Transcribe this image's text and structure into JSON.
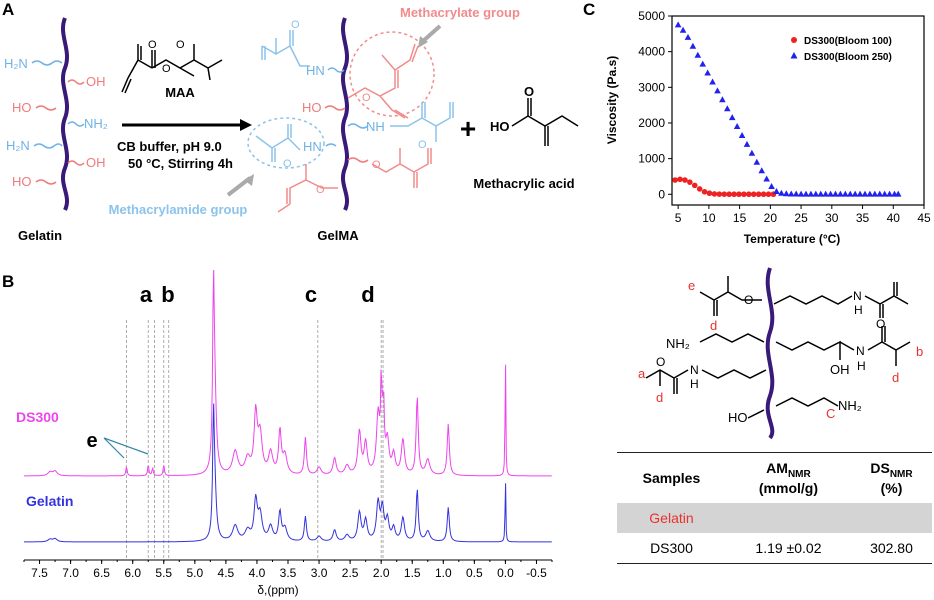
{
  "panels": {
    "a": "A",
    "b": "B",
    "c": "C"
  },
  "scheme": {
    "gelatin_label": "Gelatin",
    "gelma_label": "GelMA",
    "reagent": "MAA",
    "conditions_1": "CB buffer, pH 9.0",
    "conditions_2": "50 °C, Stirring 4h",
    "plus": "+",
    "byproduct": "Methacrylic acid",
    "methacrylate_group": "Methacrylate group",
    "methacrylamide_group": "Methacrylamide group",
    "groups": {
      "h2n": "H₂N",
      "oh": "OH",
      "ho": "HO",
      "nh2": "NH₂",
      "hn": "HN",
      "nh": "NH",
      "o": "O"
    },
    "colors": {
      "amine": "#6fb3e6",
      "hydroxyl": "#ef7b7b",
      "backbone": "#3a1a78",
      "methacrylate": "#f28b8b",
      "methacrylamide": "#8cc3ea"
    }
  },
  "nmr": {
    "peak_labels": [
      "a",
      "b",
      "c",
      "d"
    ],
    "e_label": "e",
    "ds300_label": "DS300",
    "gelatin_label": "Gelatin",
    "xlabel": "δ,(ppm)",
    "ticks": [
      "7.5",
      "7.0",
      "6.5",
      "6.0",
      "5.5",
      "5.0",
      "4.5",
      "4.0",
      "3.5",
      "3.0",
      "2.5",
      "2.0",
      "1.5",
      "1.0",
      "0.5",
      "0.0",
      "-0.5"
    ],
    "colors": {
      "ds300": "#ee44ee",
      "gelatin": "#3333dd"
    }
  },
  "structure": {
    "labels": {
      "e": "e",
      "d1": "d",
      "b": "b",
      "d2": "d",
      "a": "a",
      "d3": "d",
      "c": "C"
    },
    "atoms": {
      "nh2_left": "NH₂",
      "nh2_right": "NH₂",
      "ho": "HO",
      "oh": "OH",
      "o": "O",
      "n": "N",
      "h": "H"
    }
  },
  "table": {
    "headers": [
      "Samples",
      "AM",
      "DS"
    ],
    "header_sub": [
      "NMR",
      "NMR"
    ],
    "header_units": [
      "(mmol/g)",
      "(%)"
    ],
    "rows": [
      {
        "sample": "Gelatin",
        "am": "",
        "ds": ""
      },
      {
        "sample": "DS300",
        "am": "1.19 ±0.02",
        "ds": "302.80"
      }
    ]
  },
  "chart_data": {
    "type": "scatter",
    "xlabel": "Temperature (°C)",
    "ylabel": "Viscosity (Pa.s)",
    "xlim": [
      4,
      45
    ],
    "ylim": [
      -300,
      5000
    ],
    "x_ticks": [
      5,
      10,
      15,
      20,
      25,
      30,
      35,
      40,
      45
    ],
    "y_ticks": [
      0,
      1000,
      2000,
      3000,
      4000,
      5000
    ],
    "legend_position": "top-right",
    "grid": false,
    "series": [
      {
        "name": "DS300(Bloom 100)",
        "marker": "circle",
        "color": "#ee2222",
        "x": [
          4.5,
          5.3,
          6.1,
          6.9,
          7.7,
          8.5,
          9.3,
          10.1,
          10.9,
          11.7,
          12.5,
          13.3,
          14.1,
          14.9,
          15.7,
          16.5,
          17.3,
          18.1,
          18.9,
          19.7,
          20.5
        ],
        "y": [
          400,
          420,
          400,
          340,
          250,
          150,
          70,
          30,
          10,
          5,
          3,
          2,
          2,
          2,
          2,
          2,
          2,
          2,
          2,
          2,
          2
        ]
      },
      {
        "name": "DS300(Bloom 250)",
        "marker": "triangle",
        "color": "#2222ee",
        "x": [
          5.0,
          5.8,
          6.6,
          7.4,
          8.2,
          9.0,
          9.8,
          10.6,
          11.4,
          12.2,
          13.0,
          13.8,
          14.6,
          15.4,
          16.2,
          17.0,
          17.8,
          18.6,
          19.4,
          20.2,
          21.0,
          21.8,
          22.6,
          23.4,
          24.2,
          25.0,
          25.8,
          26.6,
          27.4,
          28.2,
          29.0,
          29.8,
          30.6,
          31.4,
          32.2,
          33.0,
          33.8,
          34.6,
          35.4,
          36.2,
          37.0,
          37.8,
          38.6,
          39.4,
          40.2,
          40.8
        ],
        "y": [
          4750,
          4600,
          4400,
          4150,
          3900,
          3650,
          3400,
          3150,
          2900,
          2650,
          2400,
          2150,
          1900,
          1650,
          1400,
          1150,
          900,
          660,
          430,
          220,
          80,
          30,
          15,
          10,
          8,
          6,
          5,
          5,
          5,
          5,
          5,
          5,
          5,
          5,
          5,
          5,
          5,
          5,
          5,
          5,
          5,
          5,
          5,
          5,
          5,
          5
        ]
      }
    ]
  }
}
